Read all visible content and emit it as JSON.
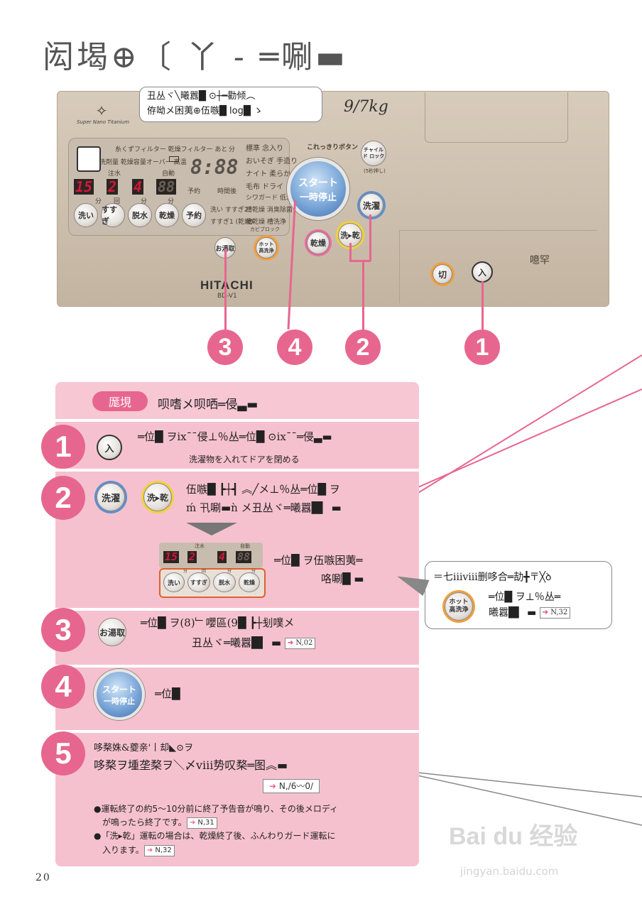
{
  "page_title": "闳堨⊕〔 丫 - ═唰▬",
  "panel": {
    "brand_name": "Super Nano Titanium",
    "callout_line1": "丑丛ヾ╲曦囂█ ⊙┼━勸倾︵",
    "callout_line2": "侟呦メ困荑⊕伍嗾█ log█ ゝ",
    "capacity": "9/7kg",
    "display_labels": {
      "row1": "糸くずフィルター 乾燥フィルター あと",
      "row1_unit": "分",
      "row2": "洗剤量 乾燥容量オーバー 高温",
      "row3_left": "注水",
      "row3_right": "自動",
      "yoyaku": "予約",
      "jikango": "時間後",
      "units": [
        "分",
        "回",
        "分",
        "分"
      ]
    },
    "segments": {
      "wash": "15",
      "rinse": "2",
      "spin": "4",
      "dry": "88",
      "time": "8:88"
    },
    "course_labels": [
      "標準 念入り",
      "おいそぎ 手造り",
      "ナイト 柔らか",
      "毛布 ドライ",
      "シワガード 低温乾燥",
      "槽乾燥 消臭除菌",
      "槽乾燥 槽洗浄"
    ],
    "highlight_course": "手造り",
    "mini_labels": [
      "洗い すすぎ2",
      "すすぎ1 (乾燥)",
      "カビブロック"
    ],
    "buttons": {
      "arai": "洗い",
      "susugi": "すすぎ",
      "dassui": "脱水",
      "kansou": "乾燥",
      "yoyaku": "予約",
      "oyutori": "お湯取",
      "hot": "ホット 高洗浄",
      "start_line1": "スタート",
      "start_line2": "一時停止",
      "sentaku": "洗濯",
      "senkan": "洗▸乾",
      "kansou2": "乾燥",
      "child_lock": "チャイルド ロック",
      "child_lock_sub": "(5秒押し)",
      "kore_label": "これっきりボタン",
      "kiri": "切",
      "iri": "入",
      "power_label": "噫罕"
    },
    "maker": "HITACHI",
    "model": "BD-V1",
    "step_callouts": [
      "3",
      "4",
      "2",
      "1"
    ]
  },
  "steps_header": {
    "pill": "厖垷",
    "text": "呗嗜メ呗哂═侵▃▬"
  },
  "steps": [
    {
      "num": "1",
      "button": "入",
      "line1": "═位█ ヲix¯¯侵⊥％丛═位█ ⊙ix¯¯═侵▃▬",
      "line2": "洗濯物を入れてドアを閉める"
    },
    {
      "num": "2",
      "buttons": [
        "洗濯",
        "洗▸乾"
      ],
      "line1": "伍嗾█ ┣┼┫ ︽╱メ⊥％丛═位█ ヲ",
      "line2": "ḿ 卂唰▬ǹ メ丑丛ヾ═曦囂█▍ ▬"
    },
    {
      "num": "3",
      "button": "お湯取",
      "line1": "═位█ ヲ(8)﹂嚶區(9█ ┣┼刬噗メ",
      "line2": "丑丛ヾ═曦囂█▍ ▬",
      "ref": "N,02"
    },
    {
      "num": "4",
      "button_line1": "スタート",
      "button_line2": "一時停止",
      "line1": "═位█"
    },
    {
      "num": "5",
      "line1": "哆楘姝&夔亲'丨却◣⊙ヲ",
      "line2": "哆楘ヲ堹垄楘ヲ＼〆ⅷ势叹楘═图︽▬",
      "ref": "N,/6〰0/"
    }
  ],
  "mini": {
    "label_water": "注水",
    "label_auto": "自動",
    "seg_wash": "15",
    "seg_rinse": "2",
    "seg_spin": "4",
    "seg_dry": "88",
    "units": [
      "分",
      "回",
      "分",
      "分"
    ],
    "buttons": [
      "洗い",
      "すすぎ",
      "脱水",
      "乾燥"
    ],
    "text_line1": "═位█ ヲ伍嗾困荑═",
    "text_line2": "咯唰█ ▬"
  },
  "note": {
    "title": "＝七ⅲⅷ删哆合═劼╋〒╳ꝺ",
    "button": "ホット 高洗浄",
    "line1": "═位█ ヲ⊥％丛═",
    "line2": "曦囂█▍ ▬",
    "ref": "N,32"
  },
  "bullets": [
    {
      "text": "●運転終了の約5～10分前に終了予告音が鳴り、その後メロディ",
      "text2": "が鳴ったら終了です。",
      "ref": "N,31"
    },
    {
      "text": "●「洗▸乾」運転の場合は、乾燥終了後、ふんわりガード運転に",
      "text2": "入ります。",
      "ref": "N,32"
    }
  ],
  "page_number": "20",
  "watermark": {
    "main": "Bai du 经验",
    "url": "jingyan.baidu.com"
  },
  "colors": {
    "pink": "#e7668f",
    "pink_bg": "#f6c1ce",
    "start_blue": "#5d8fd0",
    "segment_red": "#d0183a"
  }
}
